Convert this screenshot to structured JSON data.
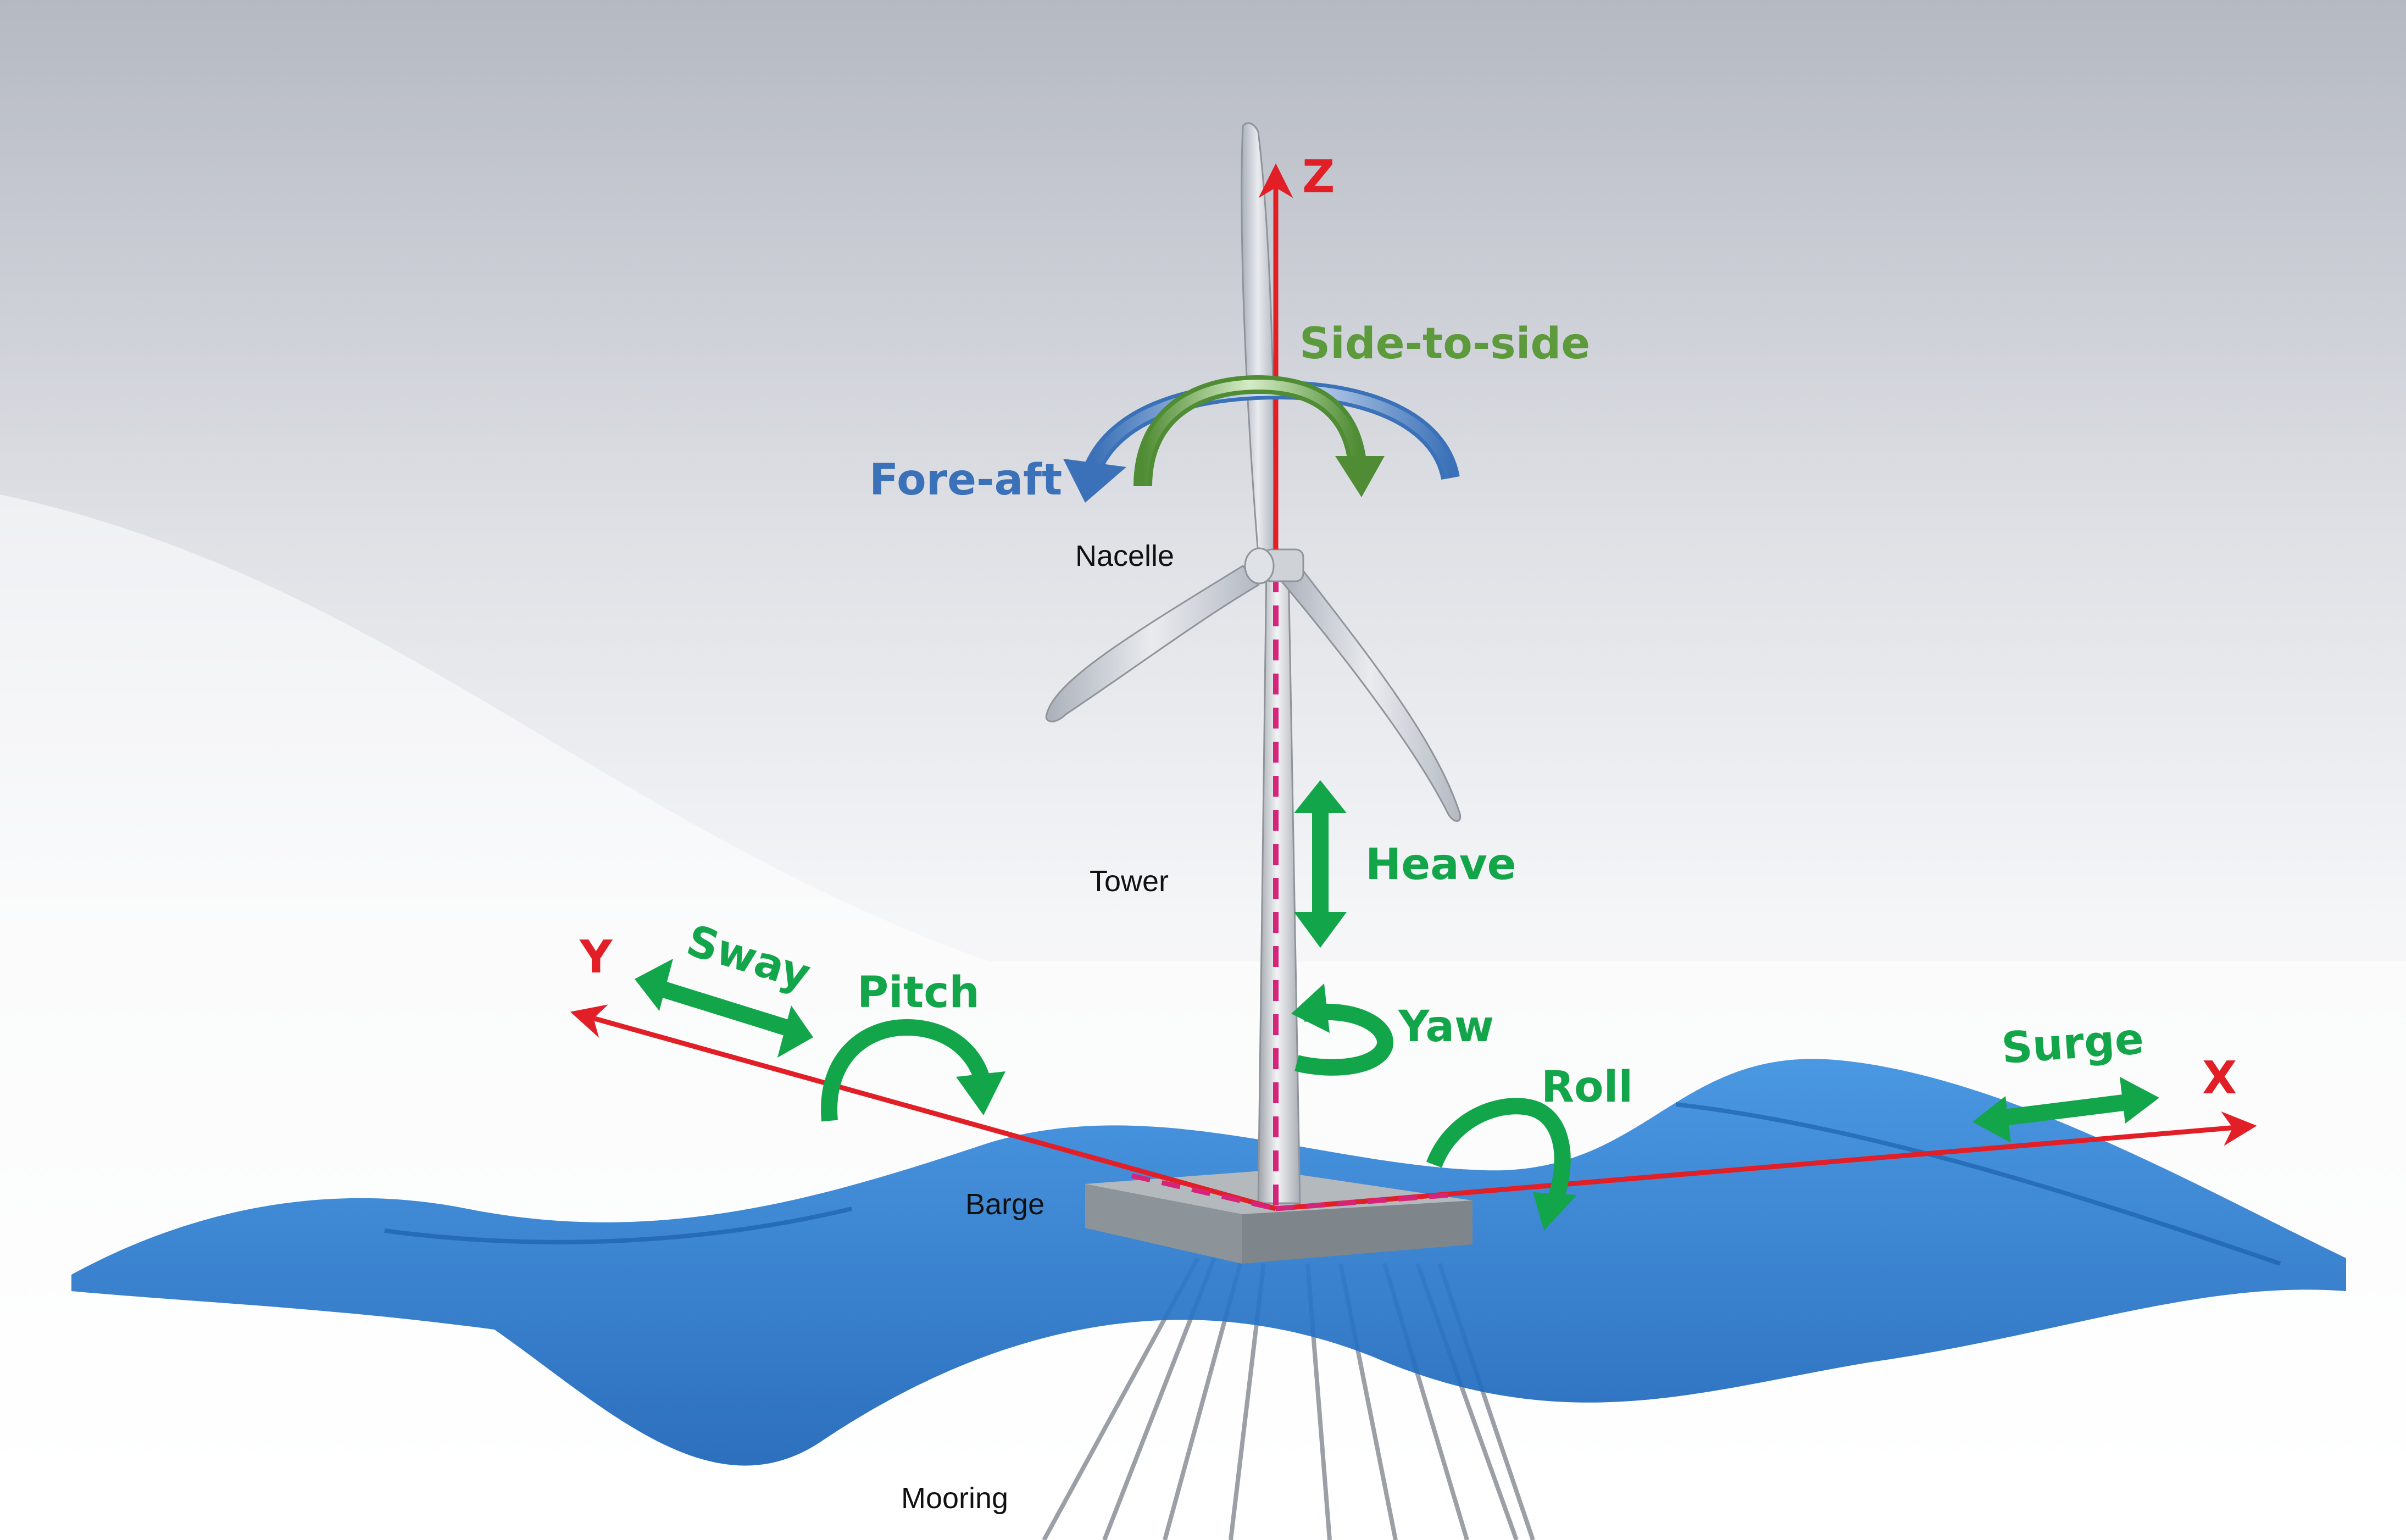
{
  "axes": {
    "z": "Z",
    "x": "X",
    "y": "Y"
  },
  "motions": {
    "side_to_side": "Side-to-side",
    "fore_aft": "Fore-aft",
    "heave": "Heave",
    "yaw": "Yaw",
    "sway": "Sway",
    "pitch": "Pitch",
    "surge": "Surge",
    "roll": "Roll"
  },
  "components": {
    "nacelle": "Nacelle",
    "tower": "Tower",
    "barge": "Barge",
    "mooring": "Mooring"
  },
  "colors": {
    "axis": "#e21f26",
    "motion_green": "#13a54a",
    "side_to_side": "#5c9a3c",
    "fore_aft": "#3b71b8",
    "water": "#1f78d1",
    "dashed_axis": "#d6247a",
    "label_text": "#111111"
  },
  "icons": [
    "sway-double-arrow-icon",
    "surge-double-arrow-icon",
    "heave-double-arrow-icon",
    "pitch-curved-arrow-icon",
    "roll-curved-arrow-icon",
    "yaw-curved-arrow-icon",
    "fore-aft-curved-arrow-icon",
    "side-to-side-curved-arrow-icon"
  ]
}
